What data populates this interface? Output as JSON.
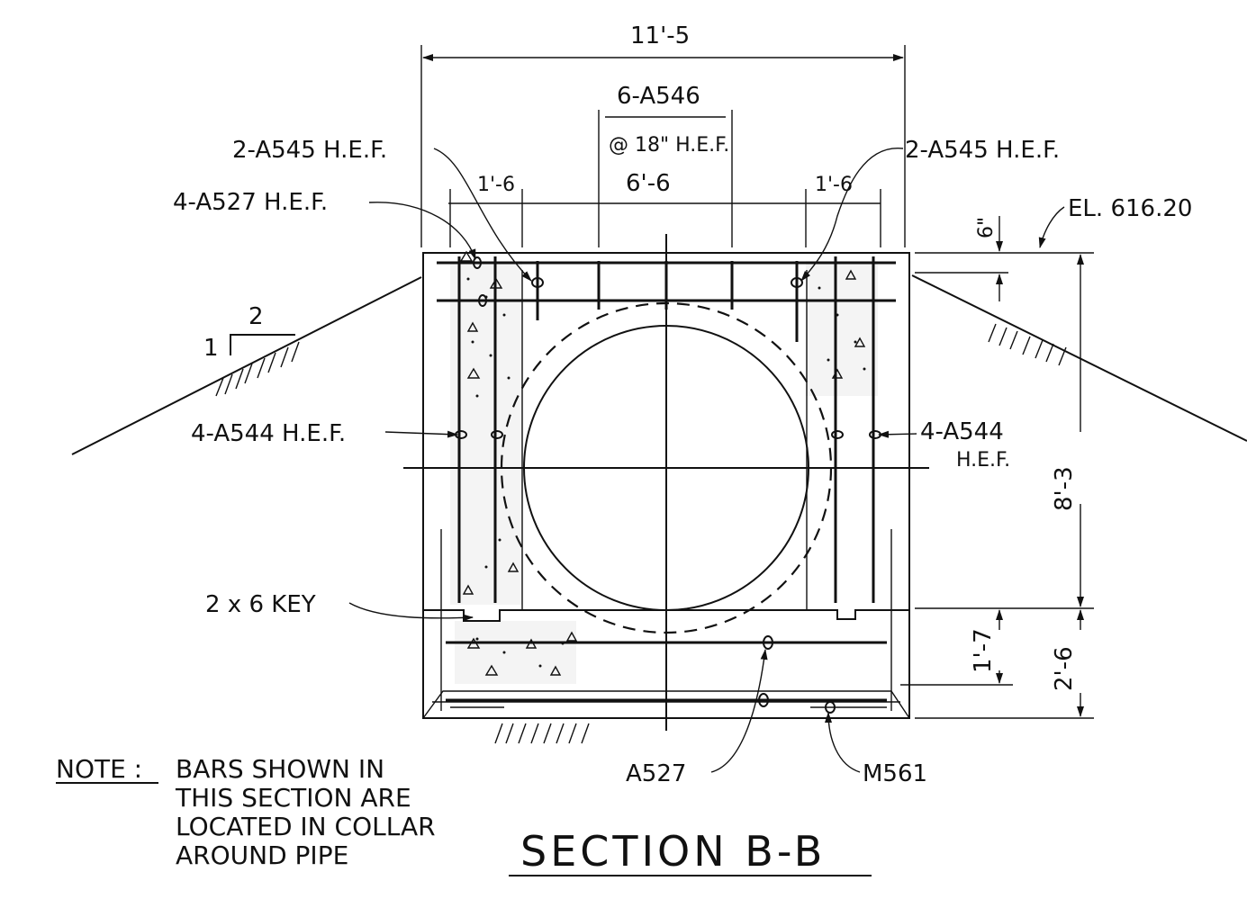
{
  "drawing": {
    "title": "SECTION B-B",
    "dimensions": {
      "overall_width": "11'-5",
      "center_span": "6'-6",
      "left_side": "1'-6",
      "right_side": "1'-6",
      "top_offset": "6\"",
      "height_main": "8'-3",
      "height_base": "2'-6",
      "base_slab": "1'-7"
    },
    "elevation": "EL. 616.20",
    "slope": {
      "rise": "1",
      "run": "2"
    },
    "labels": {
      "bar_a546": "6-A546",
      "bar_a546_spacing": "@ 18\" H.E.F.",
      "bar_a545_left": "2-A545 H.E.F.",
      "bar_a545_right": "2-A545 H.E.F.",
      "bar_a527_hef": "4-A527 H.E.F.",
      "bar_a544_left": "4-A544 H.E.F.",
      "bar_a544_right_1": "4-A544",
      "bar_a544_right_2": "H.E.F.",
      "key": "2 x 6 KEY",
      "bar_a527": "A527",
      "bar_m561": "M561"
    },
    "note": {
      "heading": "NOTE :",
      "lines": [
        "BARS SHOWN IN",
        "THIS SECTION ARE",
        "LOCATED IN COLLAR",
        "AROUND PIPE"
      ]
    }
  }
}
